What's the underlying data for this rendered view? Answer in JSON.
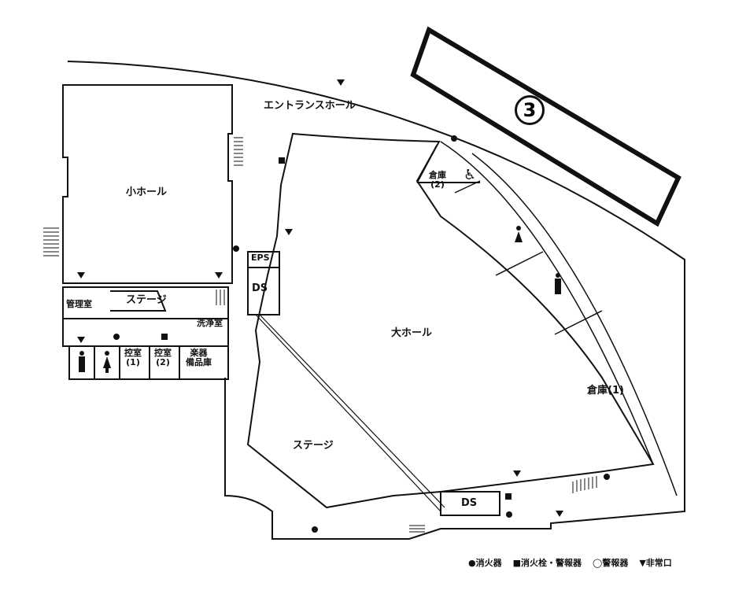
{
  "rooms": {
    "entrance_hall": "エントランスホール",
    "small_hall": "小ホール",
    "small_stage": "ステージ",
    "management": "管理室",
    "washroom": "洗浄室",
    "waiting1": "控室\n(1)",
    "waiting1_a": "控室",
    "waiting1_b": "(1)",
    "waiting2_a": "控室",
    "waiting2_b": "(2)",
    "instrument_a": "楽器",
    "instrument_b": "備品庫",
    "eps": "EPS",
    "ds_top": "DS",
    "ds_bottom": "DS",
    "large_hall": "大ホール",
    "large_stage": "ステージ",
    "storage2_a": "倉庫",
    "storage2_b": "(2)",
    "storage1": "倉庫(1)",
    "area_number": "3"
  },
  "legend": {
    "extinguisher": "●消火器",
    "hydrant": "■消火栓・警報器",
    "alarm": "◯警報器",
    "exit": "▼非常口"
  }
}
